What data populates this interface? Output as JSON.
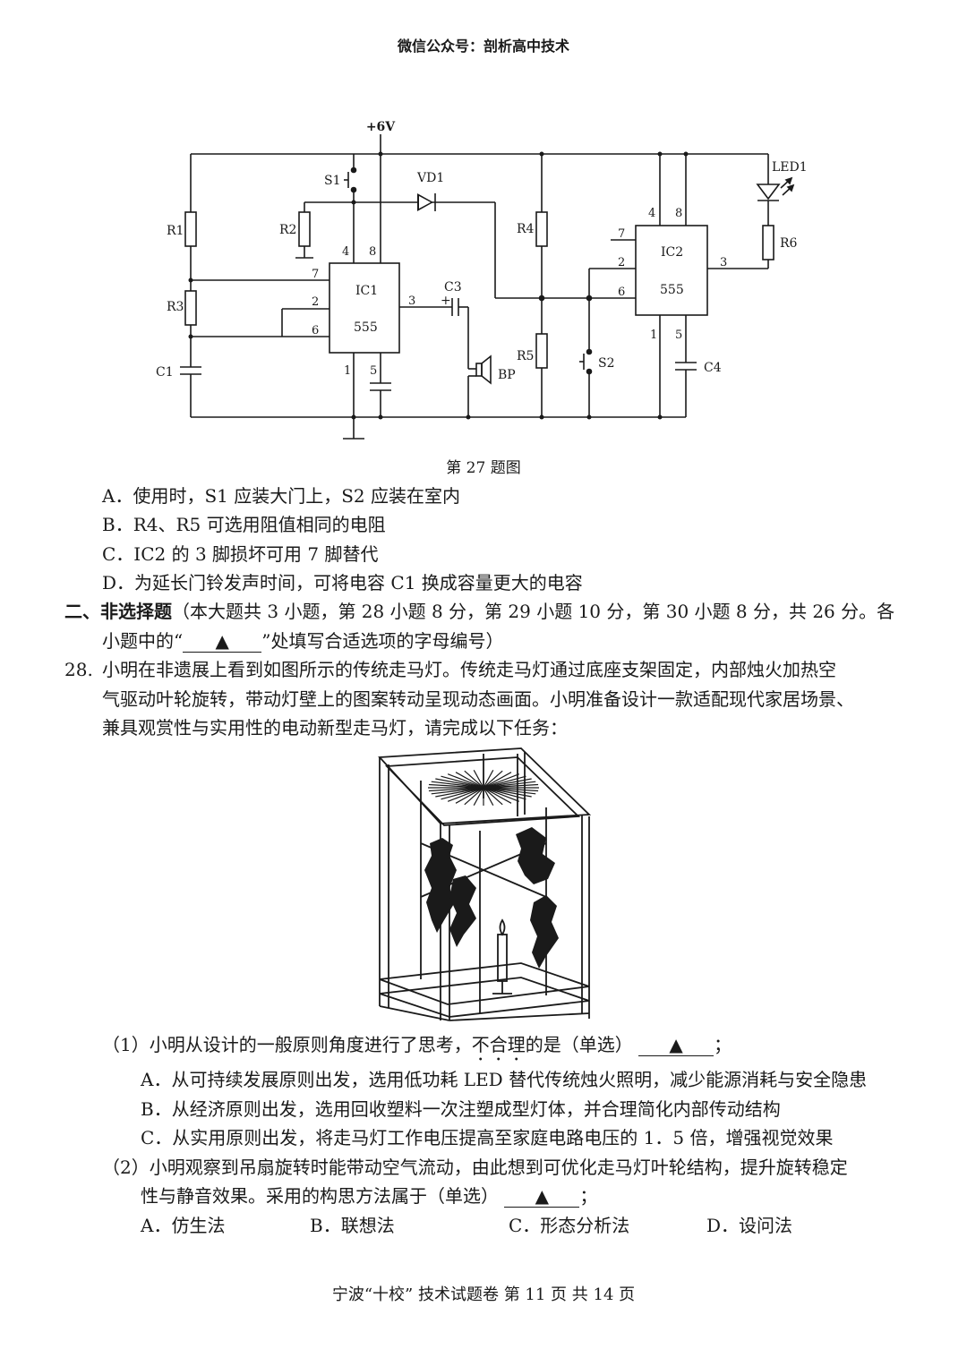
{
  "header": {
    "text": "微信公众号：剖析高中技术"
  },
  "circuit": {
    "caption": "第 27 题图",
    "labels": {
      "vcc": "+6V",
      "s1": "S1",
      "vd1": "VD1",
      "led1": "LED1",
      "r1": "R1",
      "r2": "R2",
      "r3": "R3",
      "r4": "R4",
      "r5": "R5",
      "r6": "R6",
      "c1": "C1",
      "c3": "C3",
      "c4": "C4",
      "bp": "BP",
      "s2": "S2",
      "ic1": "IC1",
      "ic2": "IC2",
      "chip": "555",
      "p4": "4",
      "p8": "8",
      "p7": "7",
      "p2": "2",
      "p6": "6",
      "p3": "3",
      "p1": "1",
      "p5": "5",
      "plus": "+"
    }
  },
  "q27_options": [
    "A．使用时，S1 应装大门上，S2 应装在室内",
    "B．R4、R5 可选用阻值相同的电阻",
    "C．IC2 的 3 脚损坏可用 7 脚替代",
    "D．为延长门铃发声时间，可将电容 C1 换成容量更大的电容"
  ],
  "section2": {
    "title": "二、非选择题",
    "desc1": "（本大题共 3 小题，第 28 小题 8 分，第 29 小题 10 分，第 30 小题 8 分，共 26 分。各",
    "desc2a": "小题中的“",
    "blank_mark": "▲",
    "desc2b": "”处填写合适选项的字母编号）"
  },
  "q28": {
    "number": "28.",
    "line1": "小明在非遗展上看到如图所示的传统走马灯。传统走马灯通过底座支架固定，内部烛火加热空",
    "line2": "气驱动叶轮旋转，带动灯壁上的图案转动呈现动态画面。小明准备设计一款适配现代家居场景、",
    "line3": "兼具观赏性与实用性的电动新型走马灯，请完成以下任务："
  },
  "sub1": {
    "prefix": "（1）小明从设计的一般原则角度进行了思考，",
    "emph": "不合理",
    "suffix": "的是（单选）",
    "end": "；",
    "options": [
      "A．从可持续发展原则出发，选用低功耗 LED 替代传统烛火照明，减少能源消耗与安全隐患",
      "B．从经济原则出发，选用回收塑料一次注塑成型灯体，并合理简化内部传动结构",
      "C．从实用原则出发，将走马灯工作电压提高至家庭电路电压的 1．5 倍，增强视觉效果"
    ]
  },
  "sub2": {
    "line1": "（2）小明观察到吊扇旋转时能带动空气流动，由此想到可优化走马灯叶轮结构，提升旋转稳定",
    "line2": "性与静音效果。采用的构思方法属于（单选）",
    "end": "；",
    "options": [
      "A．仿生法",
      "B．联想法",
      "C．形态分析法",
      "D．设问法"
    ]
  },
  "footer": {
    "text": "宁波“十校”  技术试题卷   第 11 页  共 14 页"
  }
}
